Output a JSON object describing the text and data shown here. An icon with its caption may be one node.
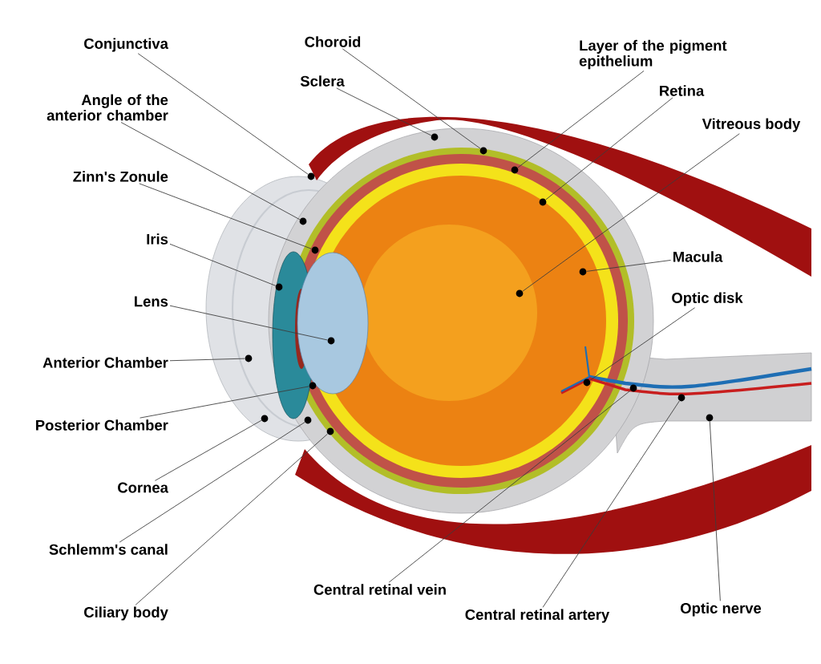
{
  "diagram": {
    "nodes": [
      {
        "text": [
          "Conjunctiva"
        ]
      },
      {
        "text": [
          "Angle of the anterior chamber"
        ]
      },
      {
        "text": [
          "Zinn's Zonule"
        ]
      },
      {
        "text": [
          "Iris"
        ]
      },
      {
        "text": [
          "Lens"
        ]
      },
      {
        "text": [
          "Anterior Chamber"
        ]
      },
      {
        "text": [
          "Posterior Chamber"
        ]
      },
      {
        "text": [
          "Cornea"
        ]
      },
      {
        "text": [
          "Schlemm's canal"
        ]
      },
      {
        "text": [
          "Ciliary body"
        ]
      },
      {
        "text": [
          "Choroid"
        ]
      },
      {
        "text": [
          "Sclera"
        ]
      },
      {
        "text": [
          "Layer of the pigment epithelium"
        ]
      },
      {
        "text": [
          "Retina"
        ]
      },
      {
        "text": [
          "Vitreous body"
        ]
      },
      {
        "text": [
          "Macula"
        ]
      },
      {
        "text": [
          "Optic disk"
        ]
      },
      {
        "text": [
          "Central retinal vein"
        ]
      },
      {
        "text": [
          "Central retinal artery"
        ]
      },
      {
        "text": [
          "Optic nerve"
        ]
      },
      {
        "text": [],
        "shape": "circle"
      },
      {
        "text": [],
        "shape": "circle"
      },
      {
        "text": [],
        "shape": "circle"
      },
      {
        "text": [],
        "shape": "circle"
      },
      {
        "text": [],
        "shape": "circle"
      },
      {
        "text": [],
        "shape": "circle"
      },
      {
        "text": [],
        "shape": "circle"
      },
      {
        "text": [],
        "shape": "circle"
      },
      {
        "text": [],
        "shape": "circle"
      },
      {
        "text": [],
        "shape": "circle"
      },
      {
        "text": [],
        "shape": "circle"
      },
      {
        "text": [],
        "shape": "circle"
      },
      {
        "text": [],
        "shape": "circle"
      },
      {
        "text": [],
        "shape": "circle"
      },
      {
        "text": [],
        "shape": "circle"
      },
      {
        "text": [],
        "shape": "circle"
      },
      {
        "text": [],
        "shape": "circle"
      },
      {
        "text": [],
        "shape": "circle"
      },
      {
        "text": [],
        "shape": "circle"
      },
      {
        "text": [],
        "shape": "circle"
      }
    ],
    "edges": [
      {
        "from": 0,
        "to": 20,
        "arrow": "none"
      },
      {
        "from": 1,
        "to": 21,
        "arrow": "none"
      },
      {
        "from": 2,
        "to": 22,
        "arrow": "none"
      },
      {
        "from": 3,
        "to": 23,
        "arrow": "none"
      },
      {
        "from": 4,
        "to": 24,
        "arrow": "none"
      },
      {
        "from": 5,
        "to": 25,
        "arrow": "none"
      },
      {
        "from": 6,
        "to": 26,
        "arrow": "none"
      },
      {
        "from": 7,
        "to": 27,
        "arrow": "none"
      },
      {
        "from": 8,
        "to": 28,
        "arrow": "none"
      },
      {
        "from": 9,
        "to": 29,
        "arrow": "none"
      },
      {
        "from": 10,
        "to": 30,
        "arrow": "none"
      },
      {
        "from": 11,
        "to": 31,
        "arrow": "none"
      },
      {
        "from": 12,
        "to": 32,
        "arrow": "none"
      },
      {
        "from": 13,
        "to": 33,
        "arrow": "none"
      },
      {
        "from": 14,
        "to": 34,
        "arrow": "none"
      },
      {
        "from": 15,
        "to": 35,
        "arrow": "none"
      },
      {
        "from": 16,
        "to": 36,
        "arrow": "none"
      },
      {
        "from": 17,
        "to": 37,
        "arrow": "none"
      },
      {
        "from": 18,
        "to": 38,
        "arrow": "none"
      },
      {
        "from": 19,
        "to": 39,
        "arrow": "none"
      }
    ]
  }
}
